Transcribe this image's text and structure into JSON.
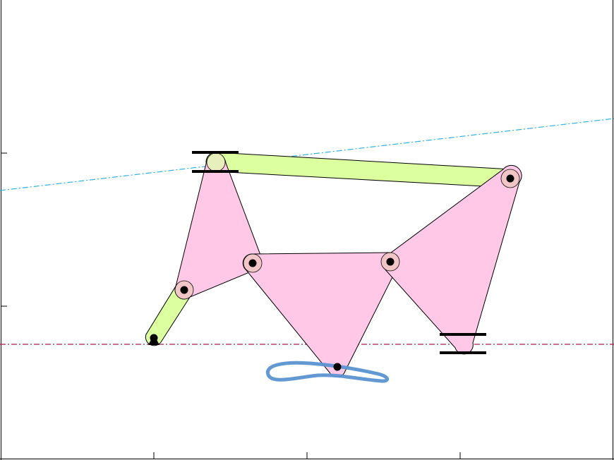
{
  "figure": {
    "kind": "planar-linkage-mechanism",
    "colors": {
      "binary_link_fill": "#dcffa0",
      "ternary_link_fill": "#ffc8e6",
      "joint_halo": "#f2c6c6",
      "joint_pin": "#000000",
      "slider_guide": "#000000",
      "coupler_curve": "#5b93d1",
      "upper_reference_line": "#2bb3e0",
      "lower_reference_line": "#a01c50",
      "frame": "#000000"
    },
    "line_styles": {
      "upper_reference_line": "dash-dot",
      "lower_reference_line": "dash-dot"
    },
    "links": [
      {
        "name": "crank-link",
        "type": "binary"
      },
      {
        "name": "top-coupler-link",
        "type": "binary"
      },
      {
        "name": "left-ternary-link",
        "type": "ternary"
      },
      {
        "name": "center-ternary-link",
        "type": "ternary"
      },
      {
        "name": "right-ternary-link",
        "type": "ternary"
      }
    ],
    "joints": [
      "ground-pivot",
      "crank-joint",
      "left-slider-joint",
      "middle-left-joint",
      "middle-right-joint",
      "coupler-point-joint",
      "top-right-joint"
    ],
    "sliders": [
      "top-slider-guide",
      "right-slider-guide"
    ],
    "coupler_curve": {
      "shape": "closed-loop",
      "traced_by": "coupler-point-joint"
    },
    "axes": {
      "ticks": "unlabeled",
      "grid": false
    }
  }
}
